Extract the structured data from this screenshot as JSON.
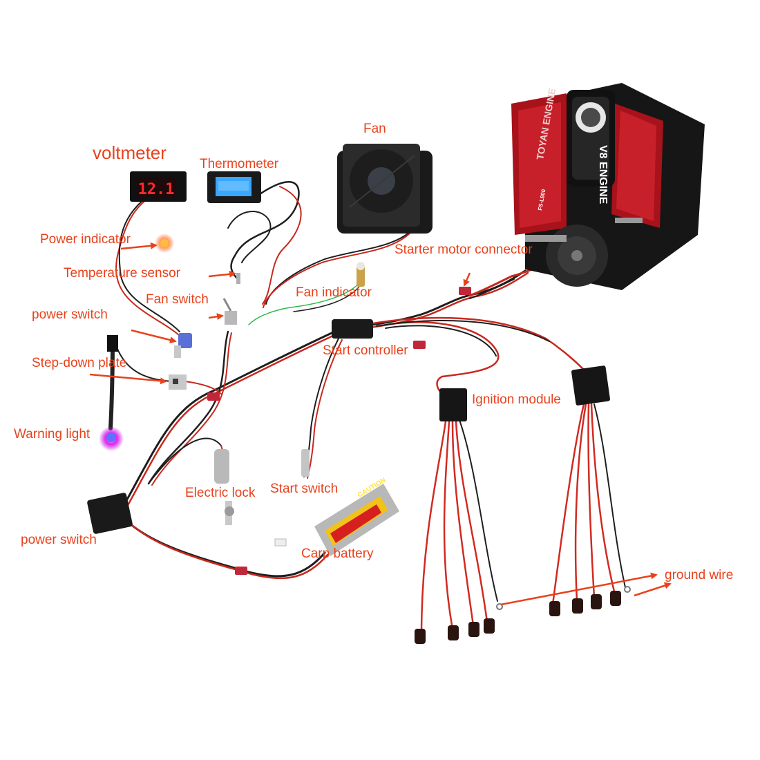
{
  "diagram": {
    "labels": {
      "voltmeter": "voltmeter",
      "thermometer": "Thermometer",
      "fan": "Fan",
      "power_indicator": "Power indicator",
      "temperature_sensor": "Temperature sensor",
      "fan_switch": "Fan switch",
      "fan_indicator": "Fan indicator",
      "starter_motor_connector": "Starter motor connector",
      "power_switch_top": "power switch",
      "start_controller": "Start controller",
      "step_down_plate": "Step-down plate",
      "ignition_module": "Ignition module",
      "warning_light": "Warning light",
      "start_switch": "Start switch",
      "electric_lock": "Electric lock",
      "power_switch_bottom": "power switch",
      "carp_battery": "Carp battery",
      "ground_wire": "ground wire"
    },
    "voltmeter_reading": "12.1",
    "engine_brand": "TOYAN ENGINE",
    "engine_badge": "V8 ENGINE",
    "engine_model": "FS-L800",
    "battery_warning": "CAUTION",
    "colors": {
      "label": "#e8421c",
      "wire_red": "#c8281e",
      "wire_black": "#1e1e1e",
      "engine_red": "#a8121a",
      "led_display": "#ff2a2a",
      "lcd_blue": "#3aa7ff",
      "indicator_orange": "#ff7a2a",
      "warning_magenta": "#e020f0",
      "battery_yellow": "#f2c21a"
    }
  }
}
